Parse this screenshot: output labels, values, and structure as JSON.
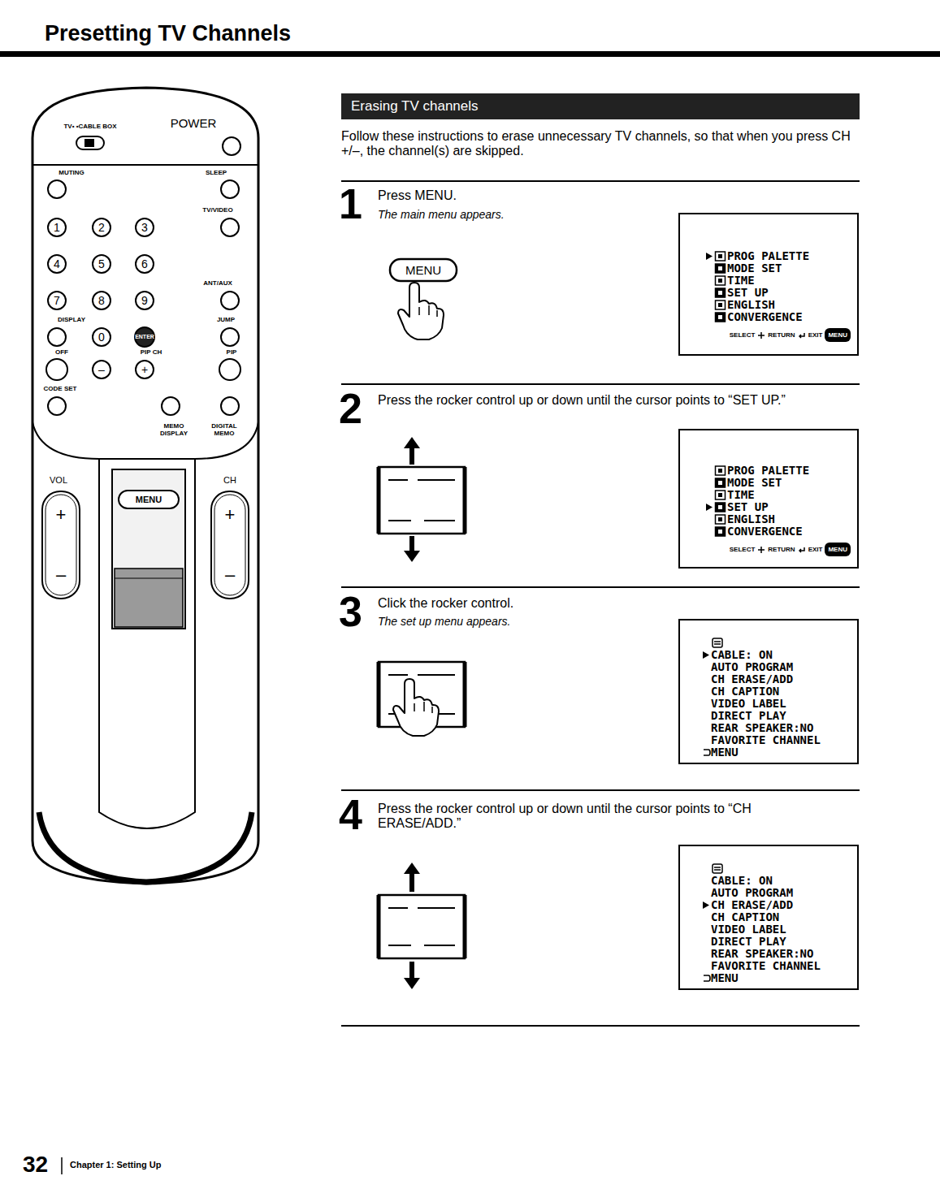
{
  "diagram": {
    "title": "Presetting TV Channels",
    "nodes": [
      {
        "text": [
          "Erasing TV channels"
        ]
      },
      {
        "text": [
          "PROG PALETTE",
          "MODE SET",
          "TIME",
          "SET UP",
          "ENGLISH",
          "CONVERGENCE",
          "SELECT",
          "RETURN",
          "EXIT",
          "MENU"
        ]
      },
      {
        "text": [
          "PROG PALETTE",
          "MODE SET",
          "TIME",
          "SET UP",
          "ENGLISH",
          "CONVERGENCE",
          "SELECT",
          "RETURN",
          "EXIT",
          "MENU"
        ]
      },
      {
        "text": [
          "CABLE: ON",
          "AUTO PROGRAM",
          "CH ERASE/ADD",
          "CH CAPTION",
          "VIDEO LABEL",
          "DIRECT PLAY",
          "REAR SPEAKER:NO",
          "FAVORITE CHANNEL",
          "MENU"
        ]
      },
      {
        "text": [
          "CABLE: ON",
          "AUTO PROGRAM",
          "CH ERASE/ADD",
          "CH CAPTION",
          "VIDEO LABEL",
          "DIRECT PLAY",
          "REAR SPEAKER:NO",
          "FAVORITE CHANNEL",
          "MENU"
        ]
      }
    ],
    "labels": [
      "Follow these instructions to erase unnecessary TV channels, so that when you press CH +/–, the channel(s) are skipped.",
      "1",
      "Press MENU.",
      "The main menu appears.",
      "MENU",
      "2",
      "Press the rocker control up or down until the cursor points to “SET UP.”",
      "3",
      "Click the rocker control.",
      "The set up menu appears.",
      "4",
      "Press the rocker control up or down until the cursor points to “CH ERASE/ADD.”",
      "TV• •CABLE BOX",
      "POWER",
      "MUTING",
      "SLEEP",
      "TV/VIDEO",
      "1",
      "2",
      "3",
      "4",
      "5",
      "6",
      "7",
      "8",
      "9",
      "ANT/AUX",
      "DISPLAY",
      "JUMP",
      "0",
      "ENTER",
      "OFF",
      "PIP CH",
      "PIP",
      "–",
      "+",
      "CODE SET",
      "MEMO DISPLAY",
      "DIGITAL MEMO",
      "VOL",
      "CH",
      "+",
      "–",
      "MENU",
      "+",
      "–",
      "32",
      "Chapter 1: Setting Up"
    ]
  }
}
